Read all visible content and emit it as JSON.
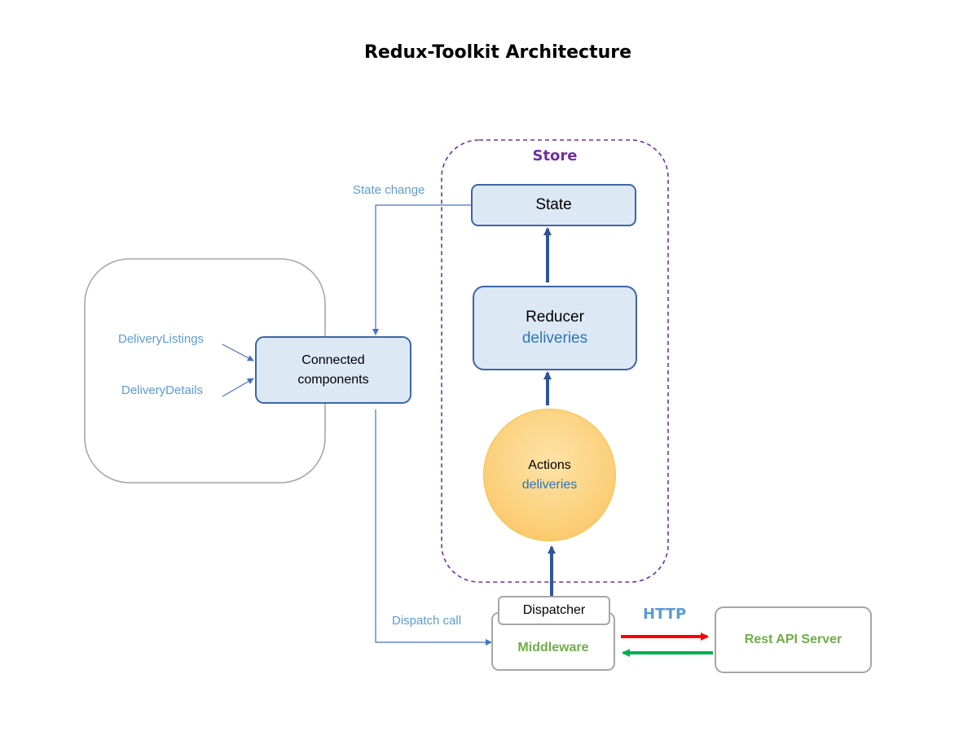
{
  "title": "Redux-Toolkit Architecture",
  "store": {
    "label": "Store"
  },
  "state": {
    "label": "State"
  },
  "reducer": {
    "label": "Reducer",
    "sublabel": "deliveries"
  },
  "actions": {
    "label": "Actions",
    "sublabel": "deliveries"
  },
  "connected": {
    "label_line1": "Connected",
    "label_line2": "components"
  },
  "components": {
    "listings": "DeliveryListings",
    "details": "DeliveryDetails"
  },
  "edges": {
    "state_change": "State change",
    "dispatch_call": "Dispatch call"
  },
  "dispatcher": {
    "label": "Dispatcher"
  },
  "middleware": {
    "label": "Middleware"
  },
  "http": {
    "label": "HTTP"
  },
  "rest_api": {
    "label": "Rest API Server"
  },
  "colors": {
    "box_fill": "#dde8f5",
    "box_border": "#3d66a8",
    "store_border": "#7030a0",
    "label_blue": "#5b9bd5",
    "label_green": "#70ad47",
    "request_arrow": "#ff0000",
    "response_arrow": "#00b050",
    "actions_fill": "#fdd27a",
    "actions_border": "#f5c242"
  }
}
